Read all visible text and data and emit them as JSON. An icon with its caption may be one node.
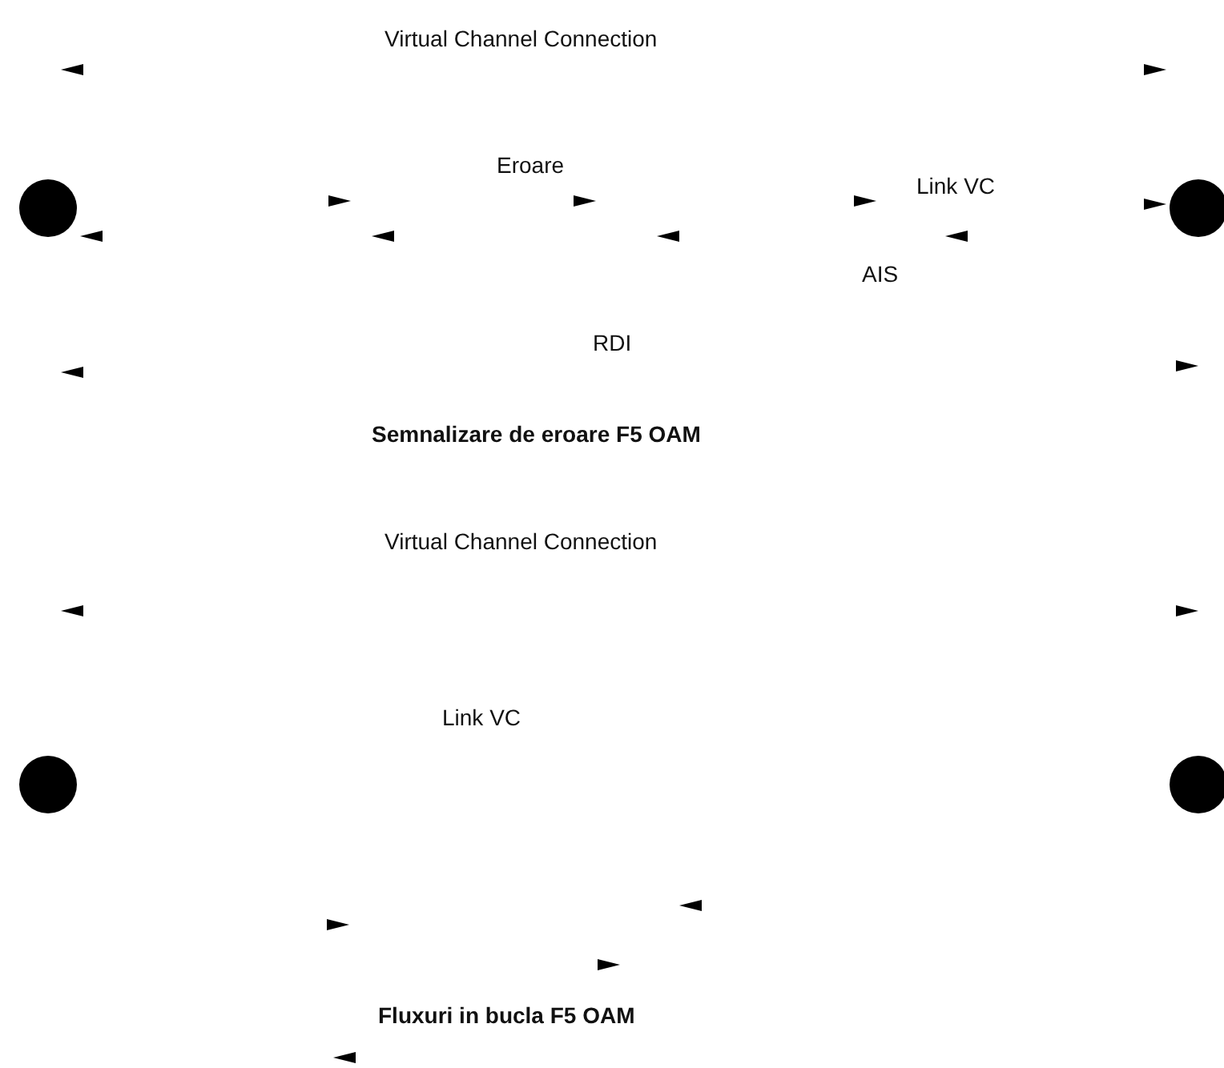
{
  "diagram": {
    "nodes": [
      {
        "text": [],
        "shape": "circle"
      },
      {
        "text": [],
        "shape": "circle"
      },
      {
        "text": [],
        "shape": "circle"
      },
      {
        "text": [],
        "shape": "circle"
      }
    ],
    "labels": [
      "Virtual Channel Connection",
      "Eroare",
      "Link VC",
      "AIS",
      "RDI",
      "Semnalizare de eroare F5 OAM",
      "Virtual Channel Connection",
      "Link VC",
      "Fluxuri in bucla F5 OAM"
    ]
  }
}
